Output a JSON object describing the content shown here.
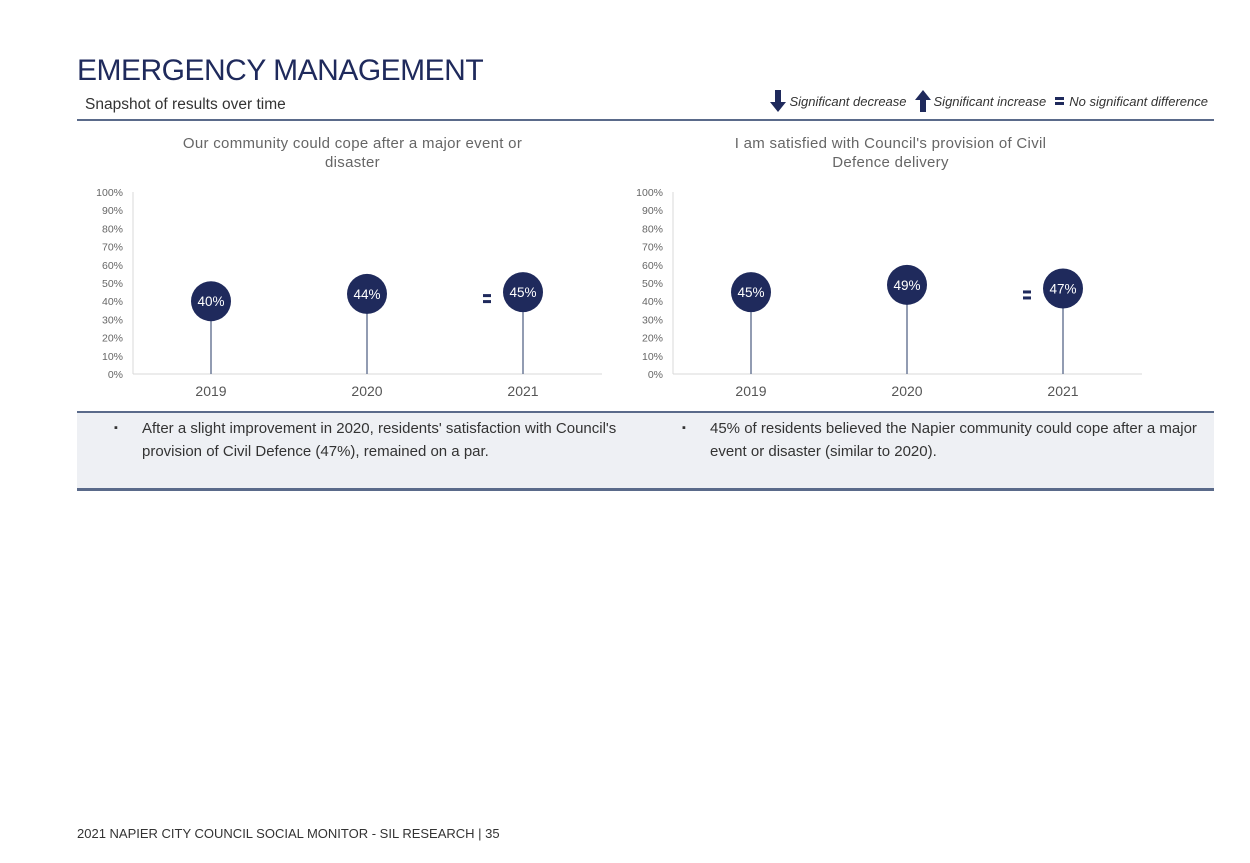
{
  "header": {
    "title": "EMERGENCY MANAGEMENT",
    "subtitle": "Snapshot of results over time"
  },
  "legend": {
    "decrease": "Significant decrease",
    "increase": "Significant increase",
    "no_difference": "No significant difference",
    "decrease_icon": "arrow-down-icon",
    "increase_icon": "arrow-up-icon",
    "no_difference_icon": "equals-icon"
  },
  "colors": {
    "marker": "#1f2a5c",
    "stem": "#6d7a99",
    "rule": "#5a6a8a",
    "summary_bg": "#eef0f4"
  },
  "chart_data": [
    {
      "type": "scatter",
      "title": "Our community could cope after a major event or disaster",
      "title_lines": [
        "Our community could cope after a major event or",
        "disaster"
      ],
      "categories": [
        "2019",
        "2020",
        "2021"
      ],
      "values": [
        40,
        44,
        45
      ],
      "labels": [
        "40%",
        "44%",
        "45%"
      ],
      "significance": [
        "",
        "",
        "="
      ],
      "yticks": [
        "0%",
        "10%",
        "20%",
        "30%",
        "40%",
        "50%",
        "60%",
        "70%",
        "80%",
        "90%",
        "100%"
      ],
      "ylim": [
        0,
        100
      ],
      "grid": false
    },
    {
      "type": "scatter",
      "title": "I am satisfied with Council's provision of Civil Defence delivery",
      "title_lines": [
        "I am satisfied with Council's provision of Civil",
        "Defence delivery"
      ],
      "categories": [
        "2019",
        "2020",
        "2021"
      ],
      "values": [
        45,
        49,
        47
      ],
      "labels": [
        "45%",
        "49%",
        "47%"
      ],
      "significance": [
        "",
        "",
        "="
      ],
      "yticks": [
        "0%",
        "10%",
        "20%",
        "30%",
        "40%",
        "50%",
        "60%",
        "70%",
        "80%",
        "90%",
        "100%"
      ],
      "ylim": [
        0,
        100
      ],
      "grid": false
    }
  ],
  "summary": {
    "left": "After a slight improvement in 2020, residents' satisfaction with Council's provision of Civil Defence (47%), remained on a par.",
    "right": "45% of residents believed the Napier community could cope after a major event or disaster (similar to 2020).",
    "bullet": "▪"
  },
  "footer": "2021 NAPIER CITY COUNCIL SOCIAL MONITOR - SIL RESEARCH | 35"
}
